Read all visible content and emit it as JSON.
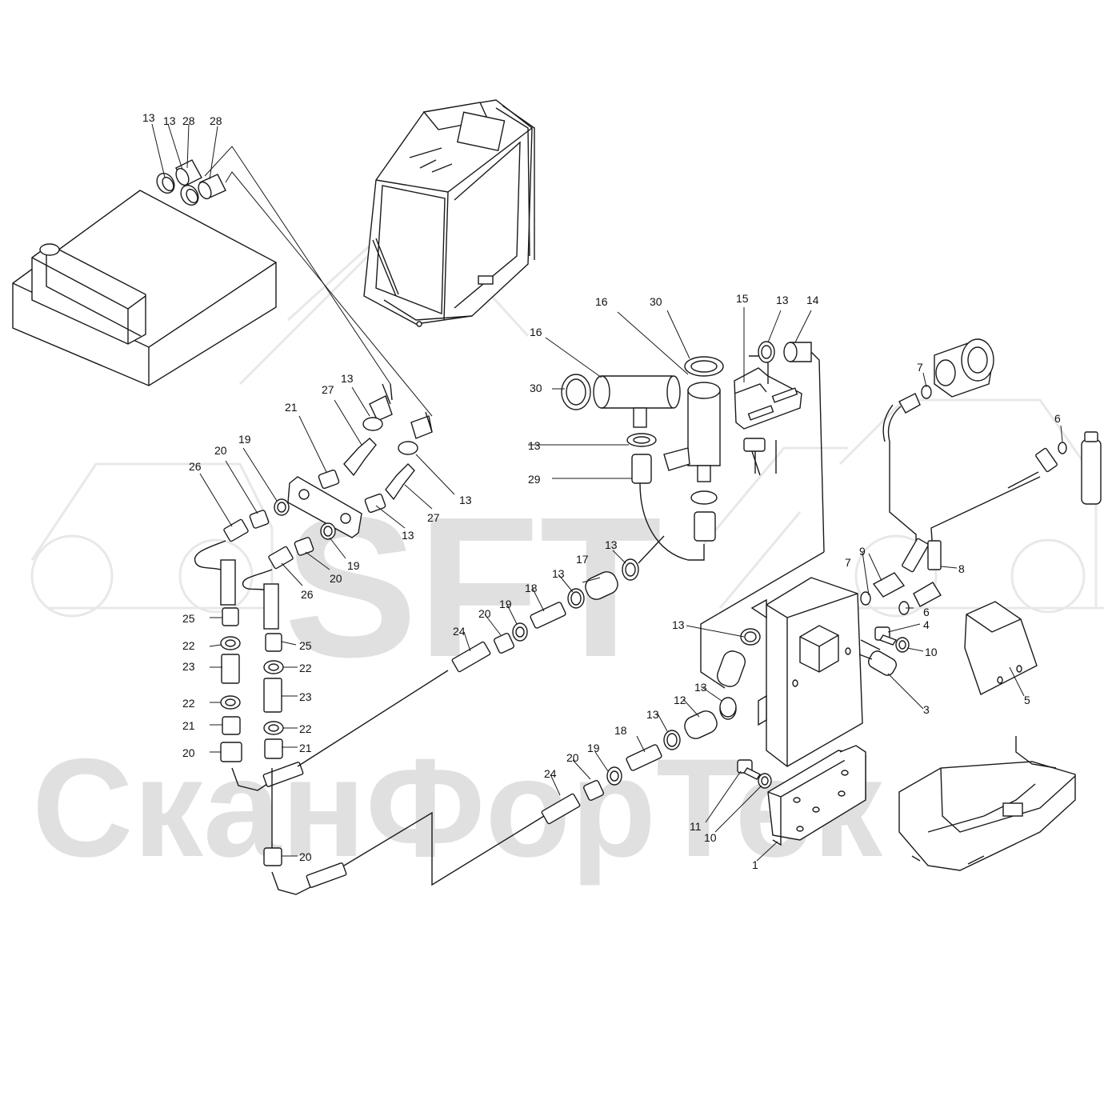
{
  "watermark": {
    "logo_text": "SFT",
    "company_text": "СканФорТек",
    "colors": {
      "watermark": "#e0e0e0",
      "ink": "#1a1a1a"
    }
  },
  "labels": {
    "l13a": "13",
    "l13b": "13",
    "l28a": "28",
    "l28b": "28",
    "l16a": "16",
    "l30a": "30",
    "l15": "15",
    "l13c": "13",
    "l14": "14",
    "l16b": "16",
    "l30b": "30",
    "l13d": "13",
    "l29": "29",
    "l7a": "7",
    "l6a": "6",
    "l6b": "6",
    "l13e": "13",
    "l27a": "27",
    "l21a": "21",
    "l20a": "20",
    "l19a": "19",
    "l26a": "26",
    "l13f": "13",
    "l27b": "27",
    "l13g": "13",
    "l19b": "19",
    "l20b": "20",
    "l26b": "26",
    "l25a": "25",
    "l22a": "22",
    "l23a": "23",
    "l22b": "22",
    "l21b": "21",
    "l20c": "20",
    "l25b": "25",
    "l22c": "22",
    "l23b": "23",
    "l22d": "22",
    "l21c": "21",
    "l20d": "20",
    "l13h": "13",
    "l17": "17",
    "l13i": "13",
    "l18a": "18",
    "l19c": "19",
    "l20e": "20",
    "l24a": "24",
    "l9": "9",
    "l7b": "7",
    "l8": "8",
    "l4": "4",
    "l10a": "10",
    "l3": "3",
    "l5": "5",
    "l13j": "13",
    "l13k": "13",
    "l12": "12",
    "l13l": "13",
    "l18b": "18",
    "l19d": "19",
    "l20f": "20",
    "l24b": "24",
    "l11": "11",
    "l10b": "10",
    "l1": "1"
  }
}
